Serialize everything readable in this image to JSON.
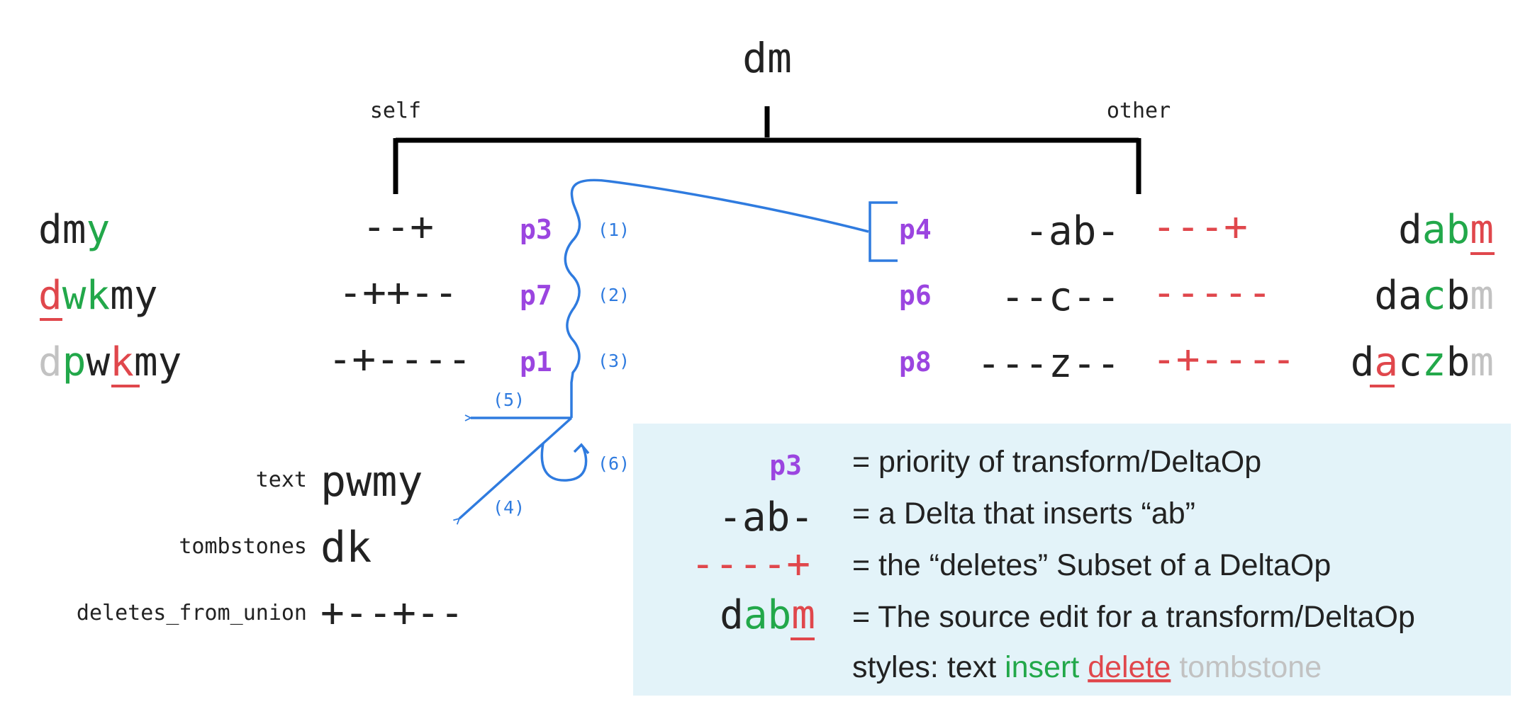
{
  "root_label": "dm",
  "branches": {
    "left": "self",
    "right": "other"
  },
  "self_ops": [
    {
      "edit": [
        {
          "t": "dm",
          "s": "text"
        },
        {
          "t": "y",
          "s": "insert"
        }
      ],
      "delta": "--+",
      "priority": "p3",
      "step": "(1)"
    },
    {
      "edit": [
        {
          "t": "d",
          "s": "delete"
        },
        {
          "t": "wk",
          "s": "insert"
        },
        {
          "t": "my",
          "s": "text"
        }
      ],
      "delta": "-++--",
      "priority": "p7",
      "step": "(2)"
    },
    {
      "edit": [
        {
          "t": "d",
          "s": "tombstone"
        },
        {
          "t": "p",
          "s": "insert"
        },
        {
          "t": "w",
          "s": "text"
        },
        {
          "t": "k",
          "s": "delete"
        },
        {
          "t": "my",
          "s": "text"
        }
      ],
      "delta": "-+----",
      "priority": "p1",
      "step": "(3)"
    }
  ],
  "other_ops": [
    {
      "priority": "p4",
      "delta": "-ab-",
      "deletes": "---+",
      "edit": [
        {
          "t": "d",
          "s": "text"
        },
        {
          "t": "ab",
          "s": "insert"
        },
        {
          "t": "m",
          "s": "delete"
        }
      ]
    },
    {
      "priority": "p6",
      "delta": "--c--",
      "deletes": "-----",
      "edit": [
        {
          "t": "da",
          "s": "text"
        },
        {
          "t": "c",
          "s": "insert"
        },
        {
          "t": "b",
          "s": "text"
        },
        {
          "t": "m",
          "s": "tombstone"
        }
      ]
    },
    {
      "priority": "p8",
      "delta": "---z--",
      "deletes": "-+----",
      "edit": [
        {
          "t": "d",
          "s": "text"
        },
        {
          "t": "a",
          "s": "delete"
        },
        {
          "t": "c",
          "s": "text"
        },
        {
          "t": "z",
          "s": "insert"
        },
        {
          "t": "b",
          "s": "text"
        },
        {
          "t": "m",
          "s": "tombstone"
        }
      ]
    }
  ],
  "steps": {
    "s4": "(4)",
    "s5": "(5)",
    "s6": "(6)"
  },
  "result": {
    "text_label": "text",
    "text_value": "pwmy",
    "tombstones_label": "tombstones",
    "tombstones_value": "dk",
    "deletes_label": "deletes_from_union",
    "deletes_value": "+--+--"
  },
  "legend": {
    "priority_example": "p3",
    "priority_desc": "= priority of transform/DeltaOp",
    "delta_example": "-ab-",
    "delta_desc": "= a Delta that inserts “ab”",
    "deletes_example": "----+",
    "deletes_desc": "= the “deletes” Subset of a DeltaOp",
    "edit_example": [
      {
        "t": "d",
        "s": "text"
      },
      {
        "t": "ab",
        "s": "insert"
      },
      {
        "t": "m",
        "s": "delete"
      }
    ],
    "edit_desc": "= The source edit for a transform/DeltaOp",
    "styles_prefix": "styles:",
    "style_text": "text",
    "style_insert": "insert",
    "style_delete": "delete",
    "style_tombstone": "tombstone"
  },
  "colors": {
    "text": "#222222",
    "insert": "#22a84a",
    "delete": "#e0474c",
    "tombstone": "#c2c2c2",
    "priority": "#9b45e0",
    "arrow": "#2f7bdf",
    "legend_bg": "#e3f3f9"
  }
}
